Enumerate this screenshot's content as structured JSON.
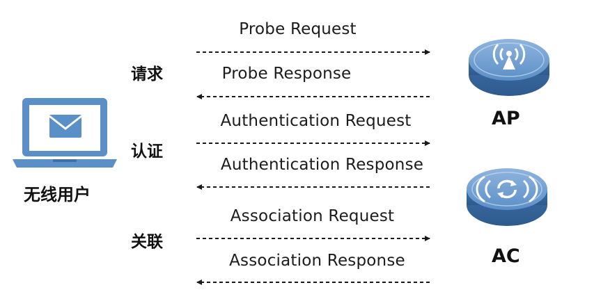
{
  "client": {
    "label": "无线用户",
    "device_icon": "laptop-mail-icon"
  },
  "ap": {
    "label": "AP",
    "icon": "wireless-ap-icon"
  },
  "ac": {
    "label": "AC",
    "icon": "wireless-controller-icon"
  },
  "phases": [
    {
      "label": "请求"
    },
    {
      "label": "认证"
    },
    {
      "label": "关联"
    }
  ],
  "messages": [
    {
      "label": "Probe Request",
      "direction": "to-ap"
    },
    {
      "label": "Probe Response",
      "direction": "to-client"
    },
    {
      "label": "Authentication Request",
      "direction": "to-ap"
    },
    {
      "label": "Authentication Response",
      "direction": "to-client"
    },
    {
      "label": "Association Request",
      "direction": "to-ap"
    },
    {
      "label": "Association Response",
      "direction": "to-client"
    }
  ],
  "colors": {
    "device_blue": "#5b8fc7",
    "device_dark": "#3f70a8",
    "device_light": "#dce7f3",
    "arrow": "#1a1a1a"
  }
}
